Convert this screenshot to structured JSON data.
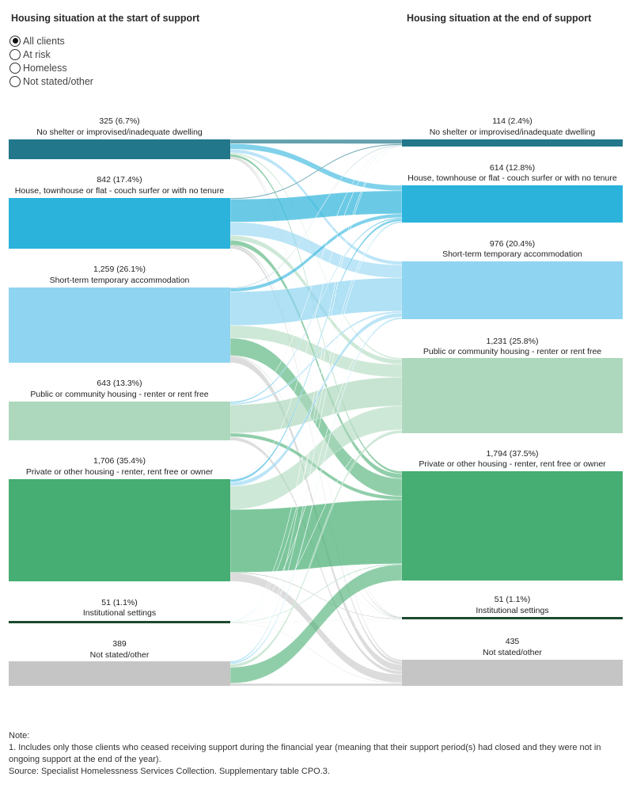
{
  "headings": {
    "start": "Housing situation at the start of support",
    "end": "Housing situation at the end of support"
  },
  "filters": {
    "selected": 0,
    "options": [
      "All clients",
      "At risk",
      "Homeless",
      "Not stated/other"
    ]
  },
  "chart_data": {
    "type": "sankey",
    "left_title": "Housing situation at the start of support",
    "right_title": "Housing situation at the end of support",
    "categories": [
      {
        "name": "No shelter or improvised/inadequate dwelling",
        "color": "#22788a"
      },
      {
        "name": "House, townhouse or flat - couch surfer or with no tenure",
        "color": "#2bb3dc"
      },
      {
        "name": "Short-term temporary accommodation",
        "color": "#8fd4f1"
      },
      {
        "name": "Public or community housing - renter or rent free",
        "color": "#aed8bd"
      },
      {
        "name": "Private or other housing - renter, rent free or owner",
        "color": "#46ae72"
      },
      {
        "name": "Institutional settings",
        "color": "#1c4a2e"
      },
      {
        "name": "Not stated/other",
        "color": "#c5c5c5"
      }
    ],
    "start": [
      {
        "value": 325,
        "label": "325 (6.7%)"
      },
      {
        "value": 842,
        "label": "842 (17.4%)"
      },
      {
        "value": 1259,
        "label": "1,259 (26.1%)"
      },
      {
        "value": 643,
        "label": "643 (13.3%)"
      },
      {
        "value": 1706,
        "label": "1,706 (35.4%)"
      },
      {
        "value": 51,
        "label": "51 (1.1%)"
      },
      {
        "value": 389,
        "label": "389"
      }
    ],
    "end": [
      {
        "value": 114,
        "label": "114 (2.4%)"
      },
      {
        "value": 614,
        "label": "614 (12.8%)"
      },
      {
        "value": 976,
        "label": "976 (20.4%)"
      },
      {
        "value": 1231,
        "label": "1,231 (25.8%)"
      },
      {
        "value": 1794,
        "label": "1,794 (37.5%)"
      },
      {
        "value": 51,
        "label": "51 (1.1%)"
      },
      {
        "value": 435,
        "label": "435"
      }
    ],
    "flows": [
      [
        70,
        90,
        60,
        25,
        40,
        10,
        30
      ],
      [
        20,
        380,
        220,
        80,
        80,
        12,
        50
      ],
      [
        10,
        60,
        560,
        210,
        290,
        9,
        110
      ],
      [
        4,
        20,
        30,
        470,
        60,
        4,
        55
      ],
      [
        6,
        40,
        70,
        390,
        1050,
        10,
        140
      ],
      [
        2,
        8,
        8,
        6,
        12,
        4,
        11
      ],
      [
        2,
        16,
        28,
        50,
        262,
        2,
        39
      ]
    ]
  },
  "footer": {
    "note_title": "Note:",
    "note_1": "1.  Includes only those clients who ceased receiving support during the financial year (meaning that their support period(s) had closed and they were not in ongoing support at the end of the year).",
    "source": "Source: Specialist Homelessness Services Collection. Supplementary table CPO.3."
  }
}
